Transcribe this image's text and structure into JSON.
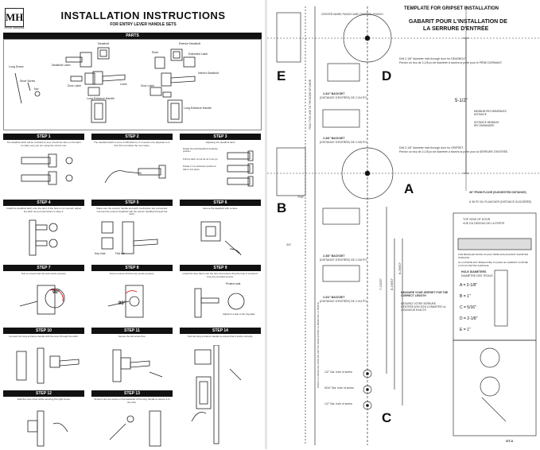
{
  "left": {
    "logo_text": "MH",
    "logo_sub": "MOTIVE HARDWARE",
    "title": "INSTALLATION INSTRUCTIONS",
    "subtitle": "FOR ENTRY LEVER HANDLE SETS",
    "parts_heading": "PARTS",
    "parts_labels": {
      "long_screw": "Long Screw",
      "short_screw": "Short Screw",
      "nut": "Nut",
      "deadbolt_latch": "Deadbolt Latch",
      "deadbolt": "Deadbolt",
      "door_latch": "Door Latch",
      "lever": "Lever",
      "long_entrance_handle": "Long Entrance Handle",
      "exterior_deadbolt": "Exterior Deadbolt",
      "rose": "Rose",
      "extended_latch": "Extended Latch",
      "interior_deadbolt": "Interior Deadbolt",
      "door_latch_2": "Door Latch",
      "long_entrance_handle_2": "Long Entrance Handle"
    },
    "steps": [
      {
        "title": "STEP 1",
        "text": "The deadbolt latch will be included (1 set). Check the face on the latch to make sure you are using the correct one."
      },
      {
        "title": "STEP 2",
        "text": "The deadbolt latch is set to 2-3/8 (60mm). If it needs to be adjusted to 2-3/4 (70 mm) follow the next steps."
      },
      {
        "title": "STEP 3",
        "text": "Adjusting the deadbolt latch"
      },
      {
        "title": "STEP 4",
        "text": "Install the deadbolt latch onto the door. If the hole is not centred, adjust the latch via set instructions in Step 2."
      },
      {
        "title": "STEP 5",
        "text": "Make sure the exterior handle and latch mechanism are connected. Connect the exterior deadbolt with the interior deadbolt through the latch."
      },
      {
        "title": "STEP 6",
        "text": "Secure the deadbolt with screws."
      },
      {
        "title": "STEP 7",
        "text": "Test to ensure that the lock works properly."
      },
      {
        "title": "STEP 8",
        "text": "Test to ensure that the key works properly."
      },
      {
        "title": "STEP 9",
        "text": "Install the door latch onto the door and ensure that the hole is centered. Use the provided screws."
      },
      {
        "title": "STEP 10",
        "text": "Connect the long entrance handle with the lever through the latch."
      },
      {
        "title": "STEP 11",
        "text": "Secure the left screw first."
      },
      {
        "title": "STEP 14",
        "text": "Test the long entrance handle to ensure that it works correctly."
      },
      {
        "title": "STEP 12",
        "text": "Hold the rose cover while securing the right screw."
      },
      {
        "title": "STEP 13",
        "text": "Screw in the set screw on the backside of the long handle to secure it to the door."
      }
    ],
    "step3_notes": [
      "Rotate the latch/deadbolt clockwise position.",
      "Pull the latch out as far as it can go.",
      "Rotate it in a clockwise position to slide it into place."
    ],
    "step5_labels": [
      "Key hole",
      "Flat tab"
    ],
    "step9_labels": [
      "Protect side",
      "Adjust for a hole to the ring plate"
    ],
    "step7_angle": "90°",
    "step8_angle": "90°"
  },
  "right": {
    "title": "TEMPLATE FOR GRIPSET INSTALLATION",
    "title_fr_1": "GABARIT POUR L'INSTALLATION DE",
    "title_fr_2": "LA SERRURE D'ENTRÉE",
    "letters": {
      "a": "A",
      "b": "B",
      "c": "C",
      "d": "D",
      "e": "E"
    },
    "fold_text": "FOLD THIS LINE TO THE EDGE OF DOOR",
    "fold_text_fr": "PLIER LA LIGNE DE LONG DE CETTE LIGNE ENTRE LE BORD DE LA PORTE",
    "center_note": "CENTER MARK PUNCH AND CENTRAL PUNCH",
    "drill_d": "Drill 2-1/8\" diameter hole through door for DEADBOLT.",
    "drill_d_fr": "Percez un trou de 2-1/8 po de diamètre à travers la porte pour le PÊNE DORMANT.",
    "drill_a": "Drill 2-1/8\" diameter hole through door for GRIPSET.",
    "drill_a_fr": "Percez un trou de 2-1/8 po de diamètre à travers la porte pour la SERRURE D'ENTRÉE.",
    "backset_1": "2-3/4\" BACKSET",
    "backset_1_fr": "(DISTANCE D'ENTRÉE) DE 2-3/4 PO",
    "backset_2": "2-3/8\" BACKSET",
    "backset_2_fr": "(DISTANCE D'ENTRÉE) DE 2-3/8 PO",
    "backset_3": "2-3/8\" BACKSET",
    "backset_3_fr": "(DISTANCE D'ENTRÉE) DE 2-3/8 PO",
    "backset_4": "2-3/4\" BACKSET",
    "backset_4_fr": "(DISTANCE D'ENTRÉE) DE 2-3/4 PO",
    "dim_520": "5-1/2\"",
    "min_recommended": "MINIMUM RECOMMENDED DISTANCE",
    "min_recommended_fr": "DISTANCE MINIMUM RECOMMANDÉE",
    "floor_dist": "36\" FROM FLOOR (SUGGESTED DISTANCE)",
    "floor_dist_fr": "À 36 PO DU PLANCHER (DISTANCE SUGGÉRÉE)",
    "dim_7_22": "7-22/25\"",
    "dim_8_8": "8-19/50\"",
    "dim_8_29": "8-29/50\"",
    "dim_7_16": "7/16\"",
    "dim_3_4": "3/4\"",
    "measure": "MEASURE YOUR GRIPSET FOR THE CORRECT LENGTH",
    "measure_fr": "MESUREZ VOTRE SERRURE D'ENTRÉE AFIN D'EN CONNAÎTRE LA LONGUEUR EXACTE.",
    "top_view": "TOP VIEW OF DOOR",
    "top_view_fr": "VUE DU DESSUS DE LA PORTE",
    "beveled": "FOR BEVELED DOOR, PLACE TEMPLATE AGAINST SHORTER SURFACE.",
    "beveled_fr": "SI LA PORTE EST BISEAUTÉE, PLACEZ LE GABARIT CONTRE LA PLUS PETITE SURFACE.",
    "hole_dia": "HOLE DIAMETERS",
    "hole_dia_fr": "DIAMÈTRE DES TROUS",
    "hole_sizes": [
      {
        "label": "A = 2-1/8\""
      },
      {
        "label": "B = 1\""
      },
      {
        "label": "C = 5/16\""
      },
      {
        "label": "D = 2-1/8\""
      },
      {
        "label": "E = 1\""
      }
    ],
    "drill_small_1": "1/2\" Dia. hole of screw",
    "drill_small_2": "5/16\" Dia. hole of screw",
    "drill_small_3": "1/2\" Dia. hole of screw",
    "code": "OT-3"
  }
}
